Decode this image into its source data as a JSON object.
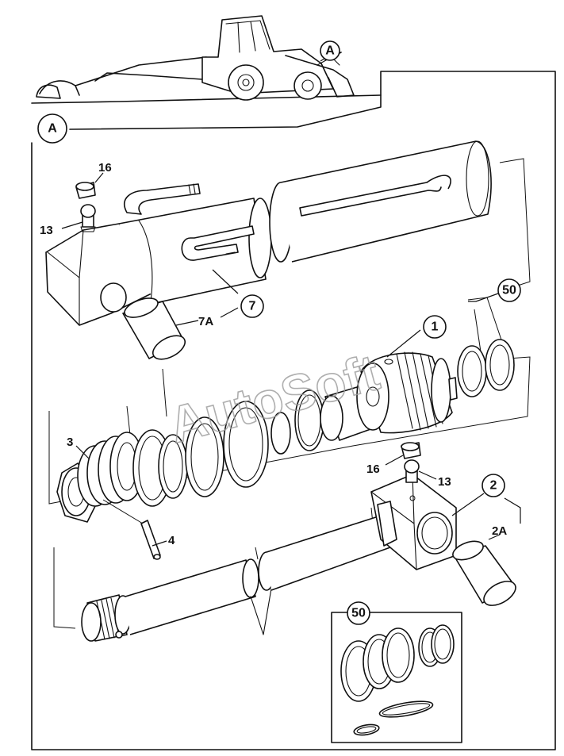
{
  "watermark": "AutoSoft",
  "callouts": {
    "view_ref_top": "A",
    "view_ref_frame": "A",
    "kit_main": "50",
    "kit_inset": "50",
    "piston_assembly": "1",
    "cylinder_body": "7",
    "rod_eye": "2"
  },
  "labels": {
    "cap_upper": "16",
    "grease_nipple_upper": "13",
    "pin_upper": "7A",
    "gland": "3",
    "roll_pin": "4",
    "cap_lower": "16",
    "grease_nipple_lower": "13",
    "pin_lower": "2A"
  }
}
